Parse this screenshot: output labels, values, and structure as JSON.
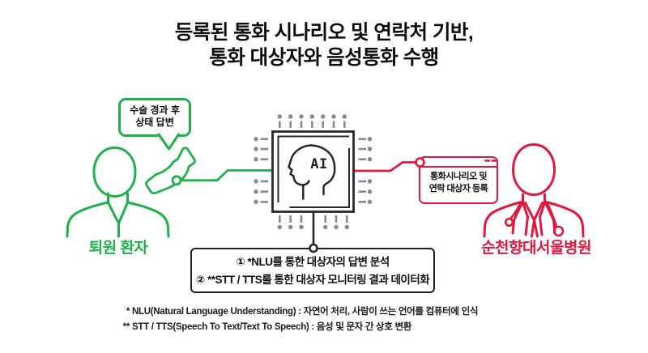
{
  "title": {
    "line1": "등록된 통화 시나리오 및 연락처 기반,",
    "line2": "통화 대상자와 음성통화 수행"
  },
  "patient": {
    "label": "퇴원 환자",
    "bubble_line1": "수술 경과 후",
    "bubble_line2": "상태 답변"
  },
  "hospital": {
    "label": "순천향대서울병원",
    "window_line1": "통화시나리오 및",
    "window_line2": "연락 대상자 등록"
  },
  "chip": {
    "label": "AI"
  },
  "process_box": {
    "line1": "① *NLU를 통한 대상자의 답변 분석",
    "line2": "② **STT / TTS를 통한 대상자 모니터링 결과 데이터화"
  },
  "footnotes": {
    "line1_marker": "*",
    "line1_text": "NLU(Natural Language Understanding) : 자연어 처리, 사람이 쓰는 언어를 컴퓨터에 인식",
    "line2_marker": "**",
    "line2_text": "STT / TTS(Speech To Text/Text To Speech) : 음성 및 문자 간 상호 변환"
  },
  "icons": {
    "phone": "phone-handset-icon",
    "chip": "ai-chip-icon",
    "patient": "patient-figure-icon",
    "doctor": "doctor-figure-icon",
    "window_controls": "window-dashes-icon"
  },
  "colors": {
    "green": "#1fb14c",
    "red": "#e2173d",
    "dark": "#282828",
    "pin_gray": "#8a8a8a",
    "text_black": "#111111"
  }
}
